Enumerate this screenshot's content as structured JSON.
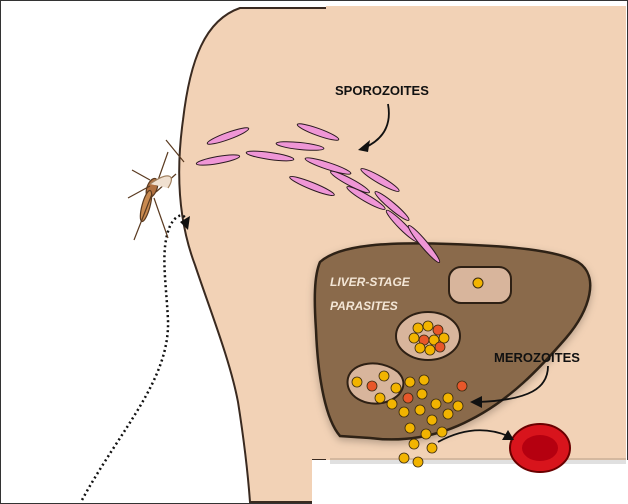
{
  "labels": {
    "sporozoites": "SPOROZOITES",
    "liver_stage_line1": "LIVER-STAGE",
    "liver_stage_line2": "PARASITES",
    "merozoites": "MEROZOITES"
  },
  "colors": {
    "skin": "#f2d2b6",
    "skin_outline": "#3a2a20",
    "liver": "#8a6a4c",
    "liver_outline": "#2e2014",
    "liver_text": "#f3e6d6",
    "cell": "#d8b59c",
    "sporozoite": "#ef96d6",
    "merozoite": "#f2b400",
    "merozoite_alt": "#e8572a",
    "red_cell": "#d8141c",
    "dashed_path": "#111111",
    "mosquito": "#b07040"
  }
}
